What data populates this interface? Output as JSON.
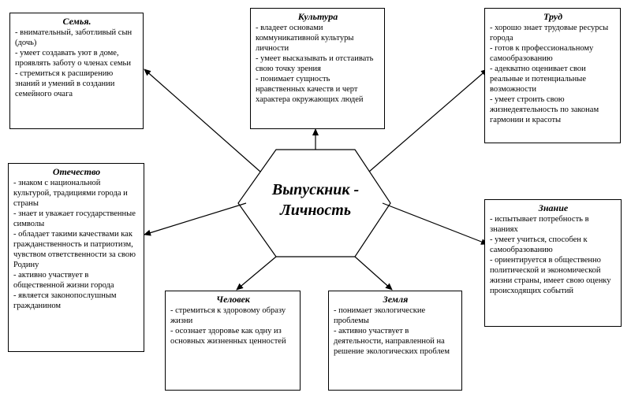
{
  "center": {
    "title": "Выпускник - Личность"
  },
  "boxes": {
    "family": {
      "title": "Семья.",
      "items": [
        "- внимательный, заботливый сын (дочь)",
        "- умеет создавать уют в доме, проявлять заботу о членах семьи",
        "- стремиться к расширению знаний и умений в создании семейного очага"
      ]
    },
    "culture": {
      "title": "Культура",
      "items": [
        "- владеет основами коммуникативной культуры личности",
        "- умеет высказывать и отстаивать свою точку зрения",
        "- понимает сущность нравственных качеств и черт характера окружающих людей"
      ]
    },
    "labor": {
      "title": "Труд",
      "items": [
        "- хорошо знает трудовые ресурсы города",
        "- готов к профессиональному самообразованию",
        "- адекватно оценивает свои реальные и потенциальные возможности",
        "- умеет строить свою жизнедеятельность по законам гармонии и красоты"
      ]
    },
    "fatherland": {
      "title": "Отечество",
      "items": [
        "- знаком с национальной культурой, традициями города и страны",
        "- знает и уважает государственные символы",
        "- обладает такими качествами как гражданственность и патриотизм, чувством ответственности за свою Родину",
        "- активно участвует в общественной жизни города",
        "- является законопослушным гражданином"
      ]
    },
    "knowledge": {
      "title": "Знание",
      "items": [
        "- испытывает потребность в знаниях",
        "- умеет учиться, способен к самообразованию",
        "- ориентируется в общественно политической и экономической жизни страны, имеет свою оценку происходящих событий"
      ]
    },
    "human": {
      "title": "Человек",
      "items": [
        "- стремиться к здоровому образу жизни",
        "- осознает здоровье как одну из основных жизненных ценностей"
      ]
    },
    "earth": {
      "title": "Земля",
      "items": [
        "- понимает экологические проблемы",
        "- активно участвует в деятельности, направленной на решение экологических проблем"
      ]
    }
  }
}
